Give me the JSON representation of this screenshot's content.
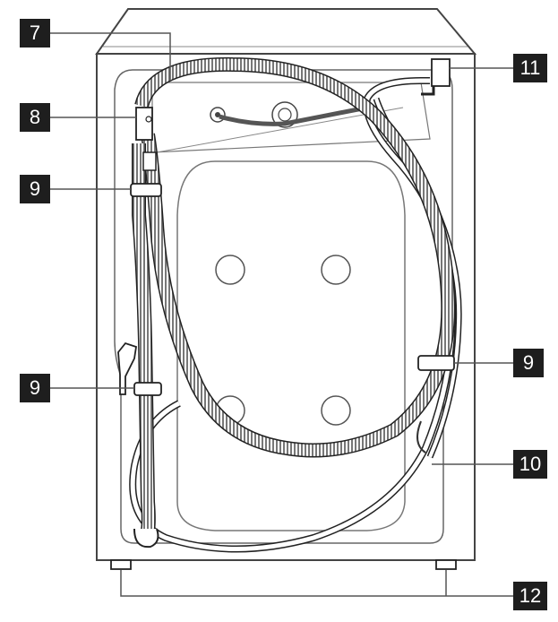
{
  "diagram": {
    "subject": "washing machine rear view",
    "callouts": [
      {
        "id": "c7",
        "label": "7"
      },
      {
        "id": "c8",
        "label": "8"
      },
      {
        "id": "c9a",
        "label": "9"
      },
      {
        "id": "c9b",
        "label": "9"
      },
      {
        "id": "c9c",
        "label": "9"
      },
      {
        "id": "c10",
        "label": "10"
      },
      {
        "id": "c11",
        "label": "11"
      },
      {
        "id": "c12",
        "label": "12"
      }
    ],
    "colors": {
      "outline": "#444444",
      "hose_outline": "#222222",
      "callout_bg": "#1e1e1e",
      "callout_text": "#ffffff",
      "leader": "#555555"
    }
  }
}
